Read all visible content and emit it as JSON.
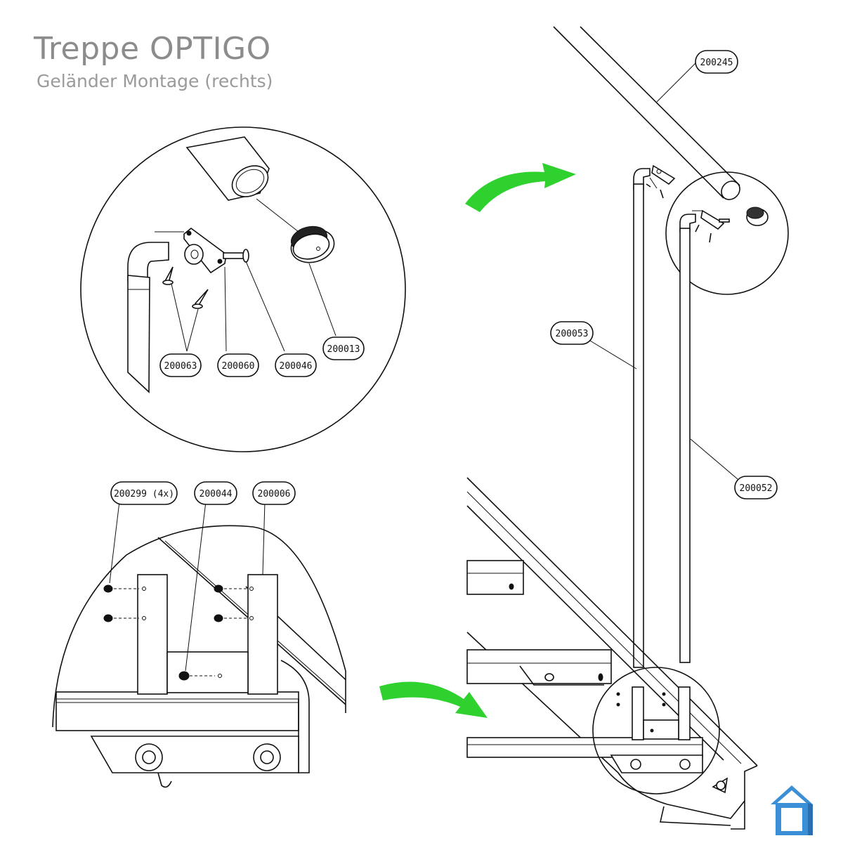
{
  "title": "Treppe OPTIGO",
  "subtitle": "Geländer Montage (rechts)",
  "colors": {
    "arrow": "#2fd12f",
    "logo": "#3a8fd6",
    "title": "#8c8c8c",
    "lines": "#111111"
  },
  "callouts": {
    "handrail": "200245",
    "post_left": "200053",
    "post_right": "200052",
    "screw": "200063",
    "bracket": "200060",
    "bolt": "200046",
    "end_cap": "200013",
    "nut_4x": "200299 (4x)",
    "bushing": "200044",
    "post_holder": "200006"
  },
  "icons": {
    "logo": "house-logo-icon",
    "arrow_top": "green-curved-arrow-icon",
    "arrow_bottom": "green-curved-arrow-icon"
  }
}
